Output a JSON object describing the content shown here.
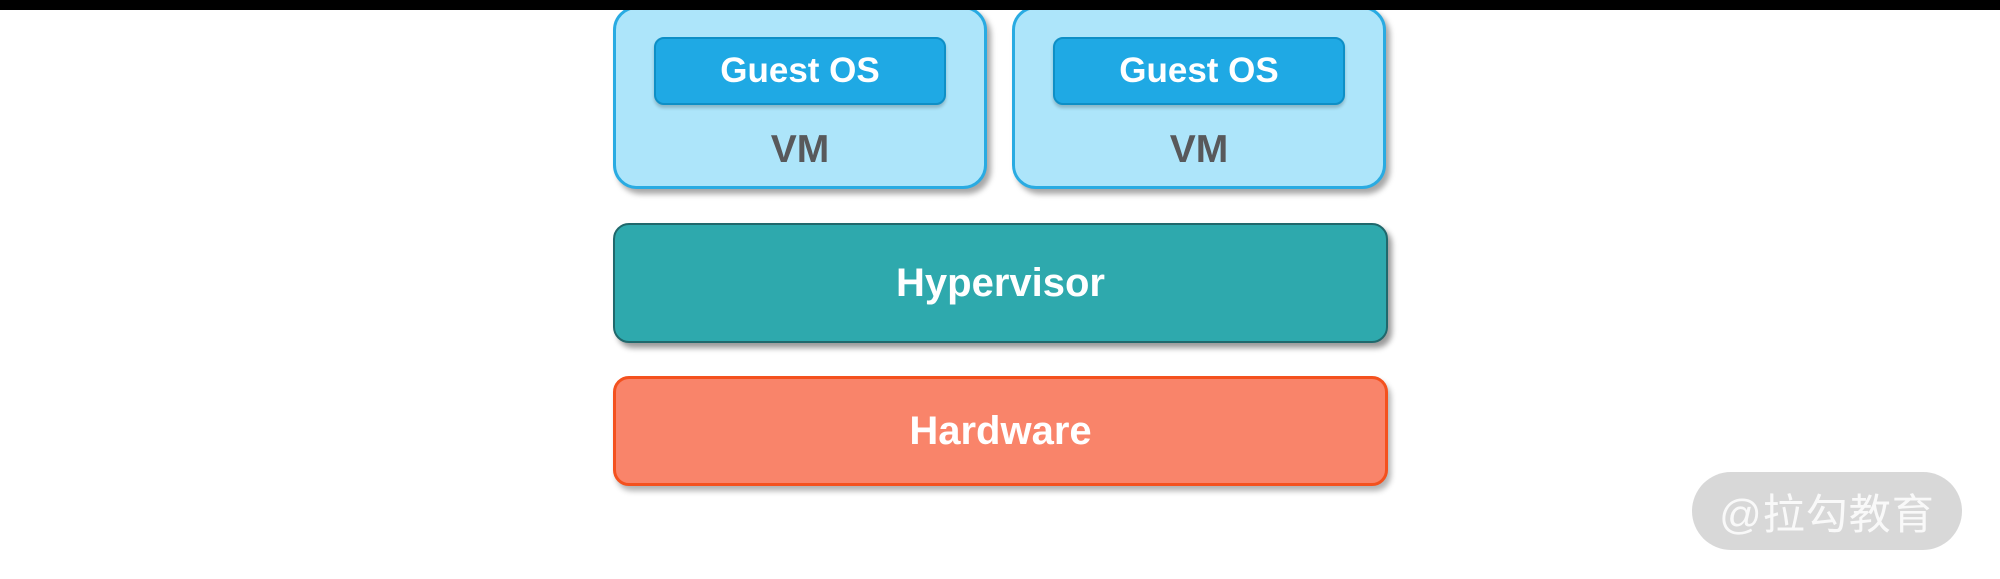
{
  "diagram": {
    "title": "hypervisor-virtualization-architecture",
    "vms": [
      {
        "guest_os_label": "Guest OS",
        "vm_label": "VM"
      },
      {
        "guest_os_label": "Guest OS",
        "vm_label": "VM"
      }
    ],
    "hypervisor_label": "Hypervisor",
    "hardware_label": "Hardware",
    "watermark": "@拉勾教育",
    "colors": {
      "vm_fill": "#ade5fa",
      "vm_border": "#29abe2",
      "guest_os_fill": "#1fa9e4",
      "guest_os_border": "#0e8fc6",
      "vm_text": "#58595b",
      "hypervisor_fill": "#2ea9ad",
      "hypervisor_border": "#20686c",
      "hardware_fill": "#f9846a",
      "hardware_border": "#f4511e",
      "watermark_bg": "#d8d8d8",
      "top_bar": "#000000"
    }
  }
}
